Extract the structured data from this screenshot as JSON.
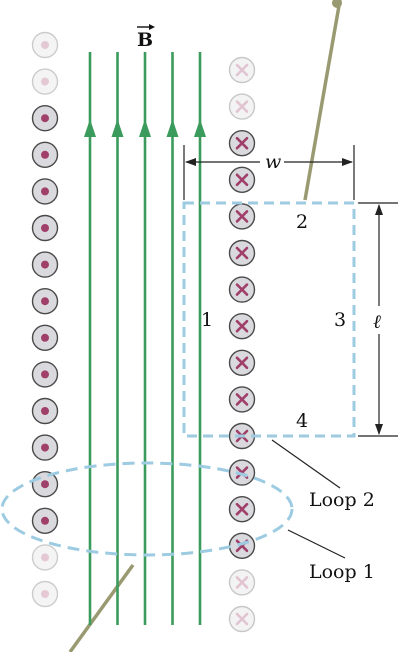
{
  "labels": {
    "field": "B",
    "width": "w",
    "length": "ℓ",
    "side_1": "1",
    "side_2": "2",
    "side_3": "3",
    "side_4": "4",
    "loop_2": "Loop 2",
    "loop_1": "Loop 1"
  },
  "colors": {
    "field_line": "#3a9b5c",
    "loop_dashed": "#9ccbe2",
    "wire": "#9a9a72",
    "conductor_dot": "#a0406a",
    "dim_line": "#222222"
  },
  "left_column": {
    "symbol": "dot-out-of-page",
    "count": 16
  },
  "right_column": {
    "symbol": "cross-into-page",
    "count": 16
  },
  "field_lines": 5
}
